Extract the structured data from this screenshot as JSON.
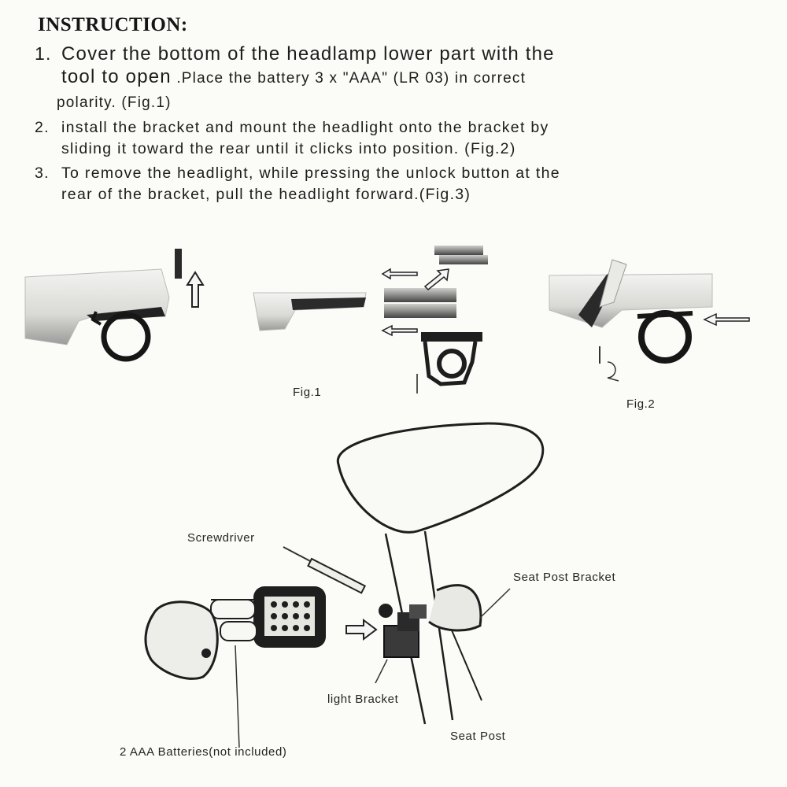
{
  "heading": "INSTRUCTION:",
  "steps": [
    {
      "number": "1.",
      "line1": "Cover the bottom of the headlamp lower part with the",
      "line2": "tool to open",
      "line2b": " .Place the battery 3 x \"AAA\" (LR 03) in correct",
      "line3": "polarity. (Fig.1)"
    },
    {
      "number": "2.",
      "line1": "install the bracket and mount the headlight onto the bracket by",
      "line2": "sliding it toward the rear until it clicks into position. (Fig.2)"
    },
    {
      "number": "3.",
      "line1": "To remove the headlight, while pressing the unlock button at the",
      "line2": "rear of the bracket, pull the headlight forward.(Fig.3)"
    }
  ],
  "figures": {
    "fig1_caption": "Fig.1",
    "fig2_caption": "Fig.2"
  },
  "diagram_labels": {
    "screwdriver": "Screwdriver",
    "seat_post_bracket": "Seat Post Bracket",
    "light_bracket": "light Bracket",
    "seat_post": "Seat Post",
    "batteries": "2 AAA Batteries(not included)"
  }
}
